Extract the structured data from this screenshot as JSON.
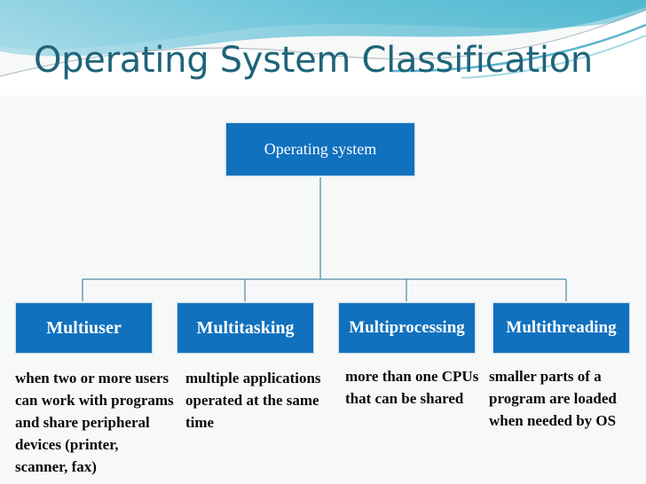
{
  "slide": {
    "title": "Operating System Classification",
    "title_color": "#1f6479",
    "background_color": "#f7f8f8",
    "node_fill_color": "#1071be",
    "connector_color": "#1f7392"
  },
  "diagram": {
    "root": {
      "label": "Operating system"
    },
    "children": [
      {
        "label": "Multiuser",
        "description": "when two or more users can work with programs and share peripheral devices (printer, scanner, fax)"
      },
      {
        "label": "Multitasking",
        "description": "multiple applications operated at the same time"
      },
      {
        "label": "Multiprocessing",
        "description": "more than one CPUs that can be shared"
      },
      {
        "label": "Multithreading",
        "description": "smaller parts of a program are loaded when needed by OS"
      }
    ]
  }
}
